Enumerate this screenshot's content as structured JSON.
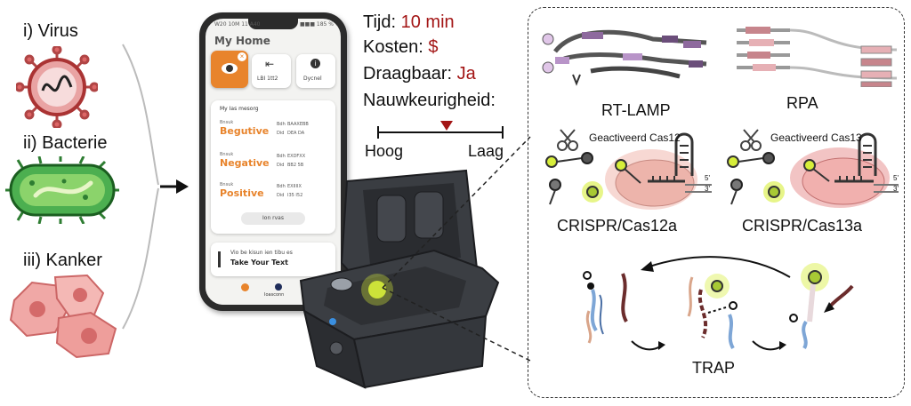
{
  "pathogens": {
    "virus": "i) Virus",
    "bacteria": "ii) Bacterie",
    "cancer": "iii) Kanker"
  },
  "specs": {
    "time_label": "Tijd: ",
    "time_value": "10 min",
    "cost_label": "Kosten: ",
    "cost_value": "$",
    "portable_label": "Draagbaar: ",
    "portable_value": "Ja",
    "accuracy_label": "Nauwkeurigheid:",
    "scale_high": "Hoog",
    "scale_low": "Laag",
    "accuracy_marker_fraction": 0.55
  },
  "phone": {
    "status_left": "W20 10M 11 A40",
    "status_right": "■■■ 185 %",
    "title": "My Home",
    "tiles": [
      "",
      "LBI 1tt2",
      "Dycnel"
    ],
    "card_title": "My Ias mesorg",
    "results": [
      {
        "small": "Bnsuk",
        "status": "Begutive",
        "meta1": "Bdh",
        "meta1_val": "BAAXEBB",
        "meta2": "Did",
        "meta2_val": "DEA DA"
      },
      {
        "small": "Bnsuk",
        "status": "Negative",
        "meta1": "Bdh",
        "meta1_val": "EXDFXX",
        "meta2": "Did",
        "meta2_val": "BB2 5B"
      },
      {
        "small": "Bnsuk",
        "status": "Positive",
        "meta1": "Bdh",
        "meta1_val": "EXIIIIX",
        "meta2": "Did",
        "meta2_val": "I35 I52"
      }
    ],
    "card_button": "Ion rvas",
    "banner_small": "Vio be kisun ien tibu es",
    "banner_big": "Take Your Text",
    "nav_label": "Ioasconn"
  },
  "methods": {
    "rt_lamp": "RT-LAMP",
    "rpa": "RPA",
    "cas12_tag": "Geactiveerd Cas12",
    "cas13_tag": "Geactiveerd Cas13",
    "cas12a": "CRISPR/Cas12a",
    "cas13a": "CRISPR/Cas13a",
    "trap": "TRAP",
    "strand_end_5": "5'",
    "strand_end_3": "3'"
  },
  "colors": {
    "accent_red": "#a31515",
    "orange": "#e8842c",
    "glow": "#d7ee3a",
    "device": "#2c2f33"
  }
}
